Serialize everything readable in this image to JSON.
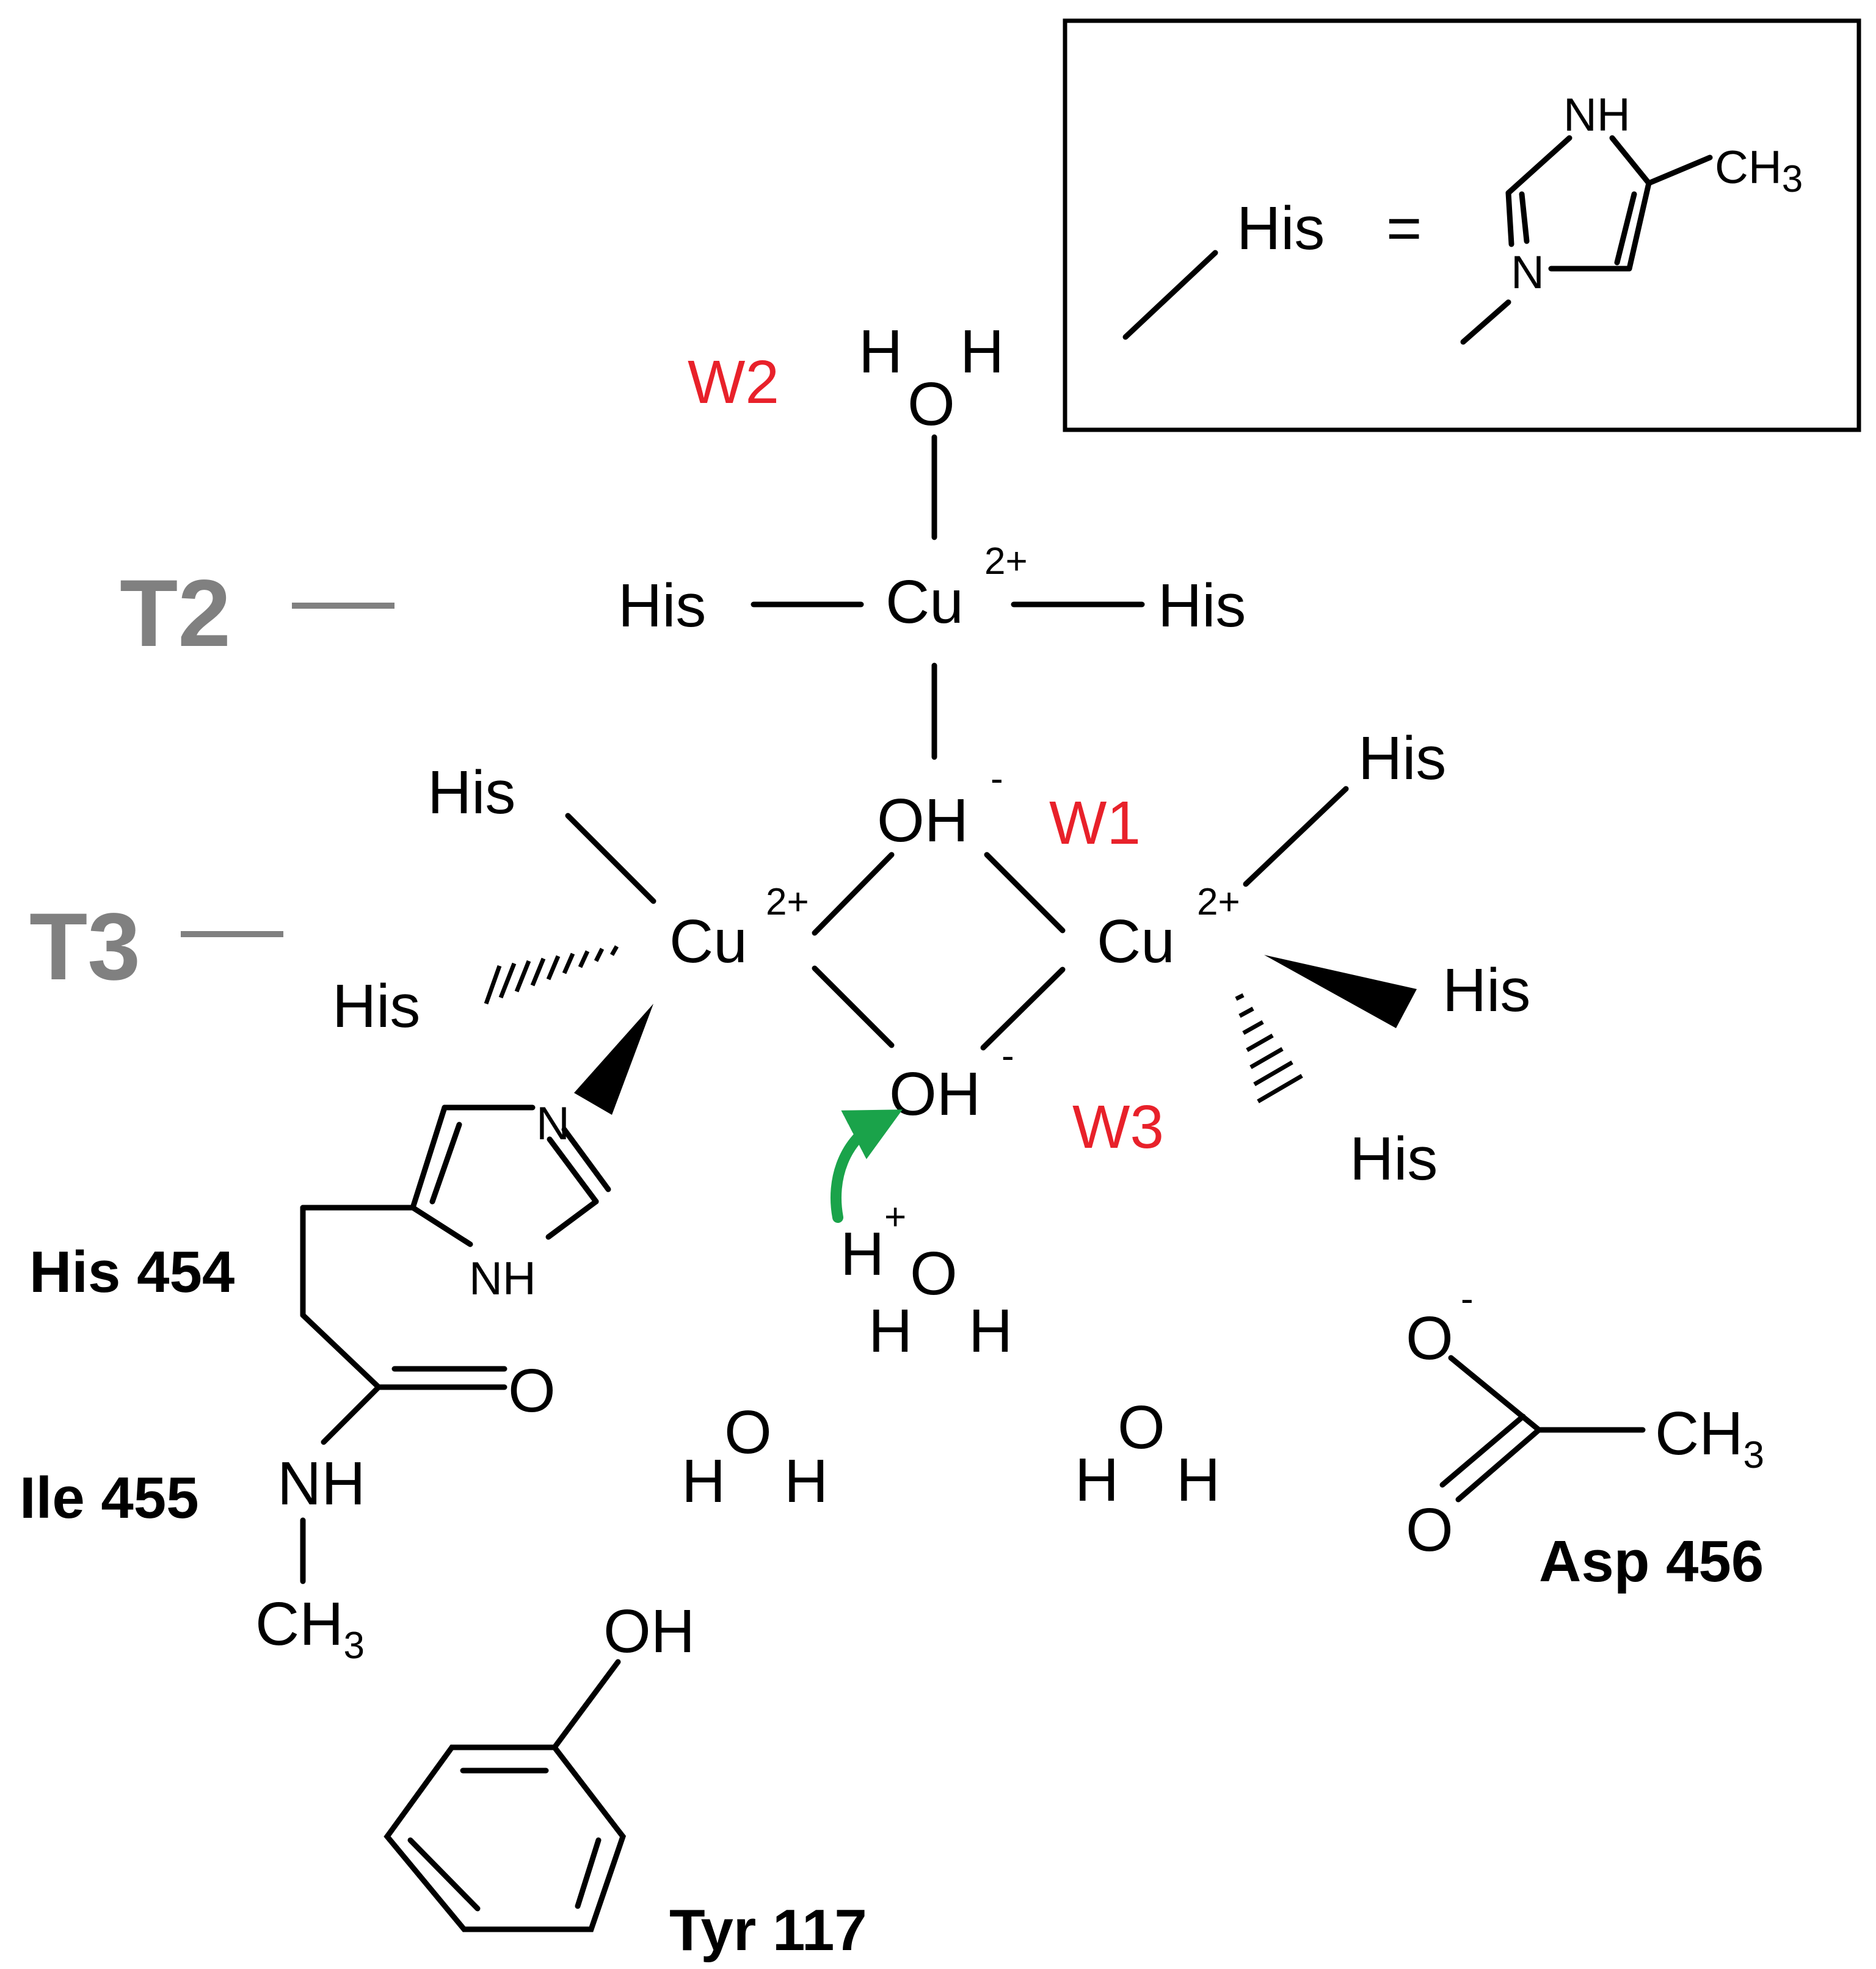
{
  "legend": {
    "his": "His",
    "equals": "=",
    "nh": "NH",
    "n": "N",
    "ch3": "CH",
    "sub3": "3"
  },
  "sites": {
    "t2": "T2",
    "t3": "T3"
  },
  "waters": {
    "w1": "W1",
    "w2": "W2",
    "w3": "W3"
  },
  "atoms": {
    "cu": "Cu",
    "charge_2plus": "2+",
    "his": "His",
    "h": "H",
    "o": "O",
    "oh": "OH",
    "minus": "-",
    "plus": "+",
    "n": "N",
    "nh": "NH",
    "ch": "CH",
    "sub3": "3"
  },
  "residues": {
    "his454": "His 454",
    "ile455": "Ile 455",
    "asp456": "Asp 456",
    "tyr117": "Tyr 117"
  },
  "colors": {
    "water_label": "#e8212a",
    "site_label": "#808080",
    "proton_arrow": "#1aa34a"
  }
}
